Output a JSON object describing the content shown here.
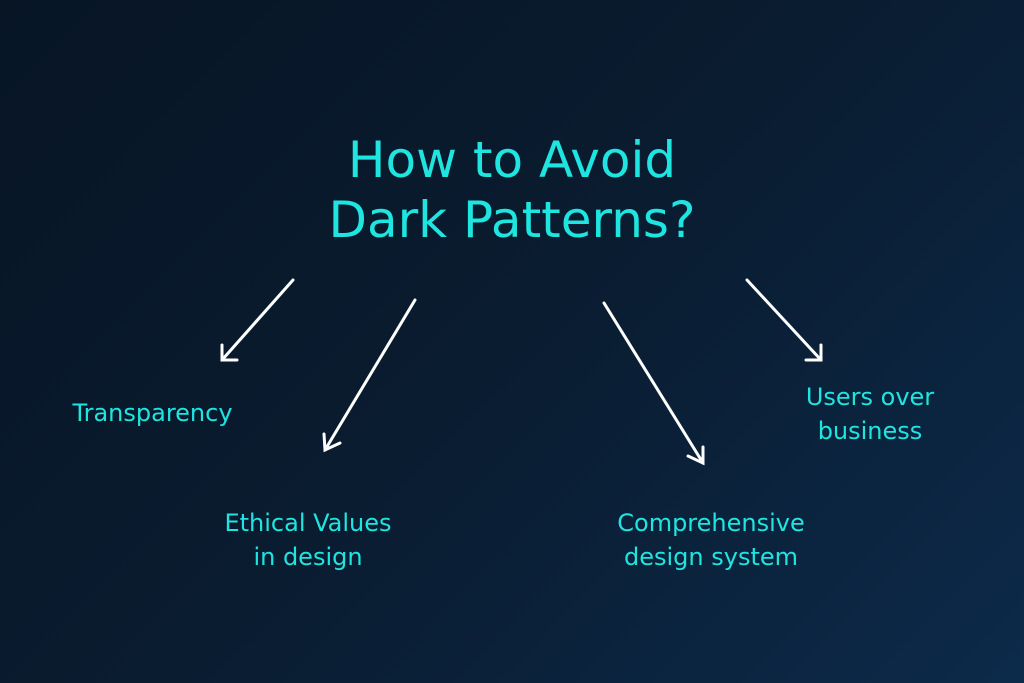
{
  "title": {
    "line1": "How to Avoid",
    "line2": "Dark Patterns?"
  },
  "items": [
    {
      "line1": "Transparency",
      "line2": ""
    },
    {
      "line1": "Ethical Values",
      "line2": "in design"
    },
    {
      "line1": "Comprehensive",
      "line2": "design system"
    },
    {
      "line1": "Users over",
      "line2": "business"
    }
  ],
  "colors": {
    "text": "#1fe5e0",
    "arrow": "#ffffff"
  }
}
